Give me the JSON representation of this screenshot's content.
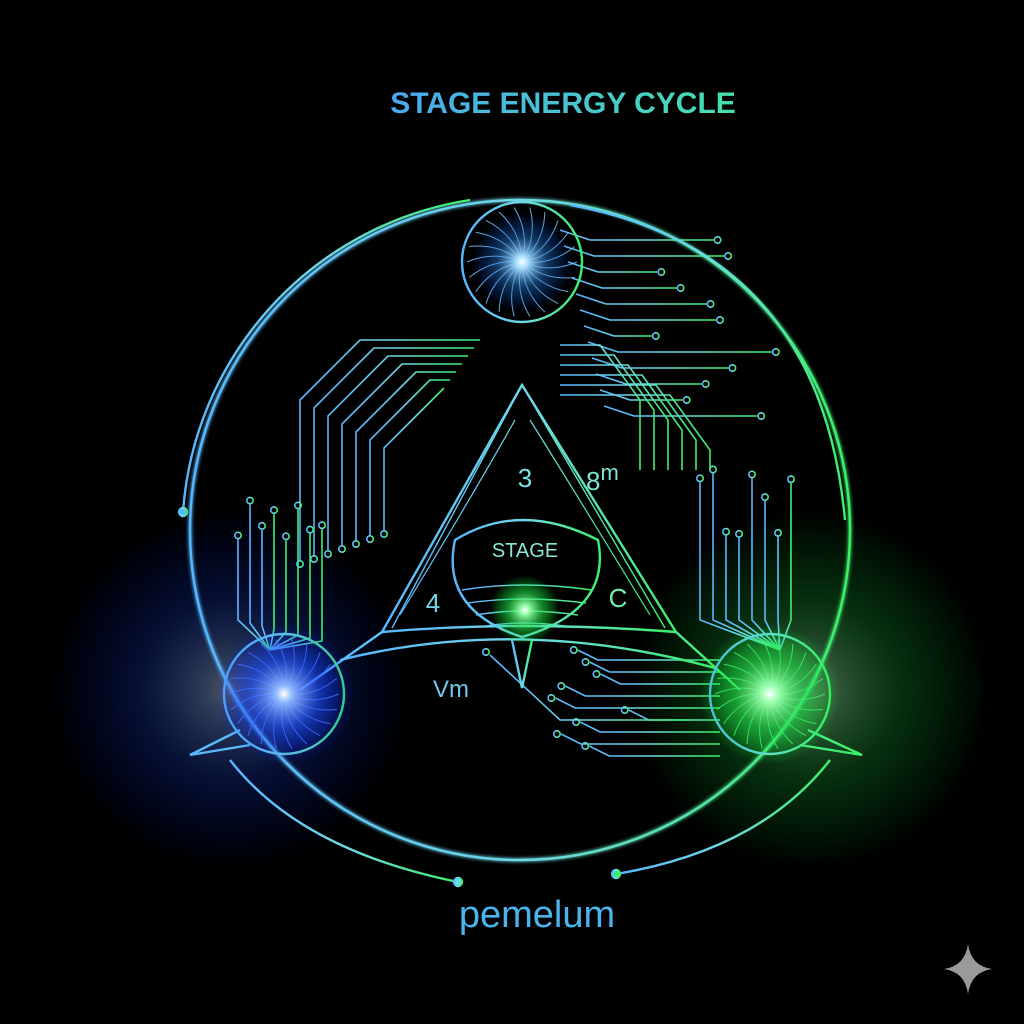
{
  "title": "STAGE ENERGY CYCLE",
  "labels": {
    "top_number": "3",
    "top_right": "8",
    "top_right_sup": "m",
    "center": "STAGE",
    "left_number": "4",
    "right_letter": "C",
    "bottom_left": "Vm"
  },
  "footer": "pemelum",
  "icons": {
    "watermark": "sparkle-icon"
  },
  "colors": {
    "blue": "#3a7bff",
    "cyan": "#5cc8f0",
    "green": "#3dff6a",
    "background": "#000000"
  }
}
